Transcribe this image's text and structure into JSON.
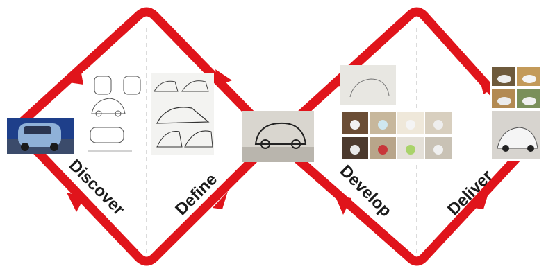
{
  "diagram": {
    "phases": [
      {
        "id": "discover",
        "label": "Discover"
      },
      {
        "id": "define",
        "label": "Define"
      },
      {
        "id": "develop",
        "label": "Develop"
      },
      {
        "id": "deliver",
        "label": "Deliver"
      }
    ],
    "colors": {
      "path": "#e0141b",
      "divider": "#cfcfcf",
      "label": "#1b1b1b",
      "photo_bg": "#ffffff"
    },
    "images": [
      "photo-blue-smart-car",
      "technical-drawing-car-views",
      "pencil-sketches-sheet",
      "concept-sketch-photo",
      "early-sketch",
      "prototype-model-grid",
      "final-render-grid"
    ]
  }
}
